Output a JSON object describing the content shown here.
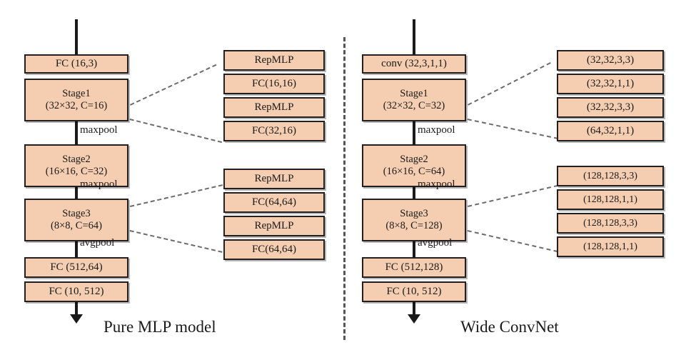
{
  "figure": {
    "divider_label": "vertical-dashed-separator"
  },
  "left_panel": {
    "caption": "Pure MLP model",
    "nodes": [
      {
        "name": "fc-16-3",
        "line1": "FC (16,3)",
        "line2": ""
      },
      {
        "name": "stage1",
        "line1": "Stage1",
        "line2": "(32×32, C=16)"
      },
      {
        "name": "stage2",
        "line1": "Stage2",
        "line2": "(16×16, C=32)"
      },
      {
        "name": "stage3",
        "line1": "Stage3",
        "line2": "(8×8, C=64)"
      },
      {
        "name": "fc-512-64",
        "line1": "FC (512,64)",
        "line2": ""
      },
      {
        "name": "fc-10-512",
        "line1": "FC (10, 512)",
        "line2": ""
      }
    ],
    "pool_labels": [
      {
        "name": "maxpool-1",
        "text": "maxpool"
      },
      {
        "name": "maxpool-2",
        "text": "maxpool"
      },
      {
        "name": "avgpool",
        "text": "avgpool"
      }
    ],
    "detail_group_1": [
      "RepMLP",
      "FC(16,16)",
      "RepMLP",
      "FC(32,16)"
    ],
    "detail_group_2": [
      "RepMLP",
      "FC(64,64)",
      "RepMLP",
      "FC(64,64)"
    ]
  },
  "right_panel": {
    "caption": "Wide ConvNet",
    "nodes": [
      {
        "name": "conv-32-3-1-1",
        "line1": "conv (32,3,1,1)",
        "line2": ""
      },
      {
        "name": "stage1",
        "line1": "Stage1",
        "line2": "(32×32, C=32)"
      },
      {
        "name": "stage2",
        "line1": "Stage2",
        "line2": "(16×16, C=64)"
      },
      {
        "name": "stage3",
        "line1": "Stage3",
        "line2": "(8×8, C=128)"
      },
      {
        "name": "fc-512-128",
        "line1": "FC (512,128)",
        "line2": ""
      },
      {
        "name": "fc-10-512",
        "line1": "FC (10, 512)",
        "line2": ""
      }
    ],
    "pool_labels": [
      {
        "name": "maxpool-1",
        "text": "maxpool"
      },
      {
        "name": "maxpool-2",
        "text": "maxpool"
      },
      {
        "name": "avgpool",
        "text": "avgpool"
      }
    ],
    "detail_group_1": [
      "(32,32,3,3)",
      "(32,32,1,1)",
      "(32,32,3,3)",
      "(64,32,1,1)"
    ],
    "detail_group_2": [
      "(128,128,3,3)",
      "(128,128,1,1)",
      "(128,128,3,3)",
      "(128,128,1,1)"
    ]
  },
  "colors": {
    "box_fill": "#f5cdb0",
    "box_border": "#231f20",
    "line": "#1a1a1a",
    "dashed": "#6b6b6b"
  }
}
